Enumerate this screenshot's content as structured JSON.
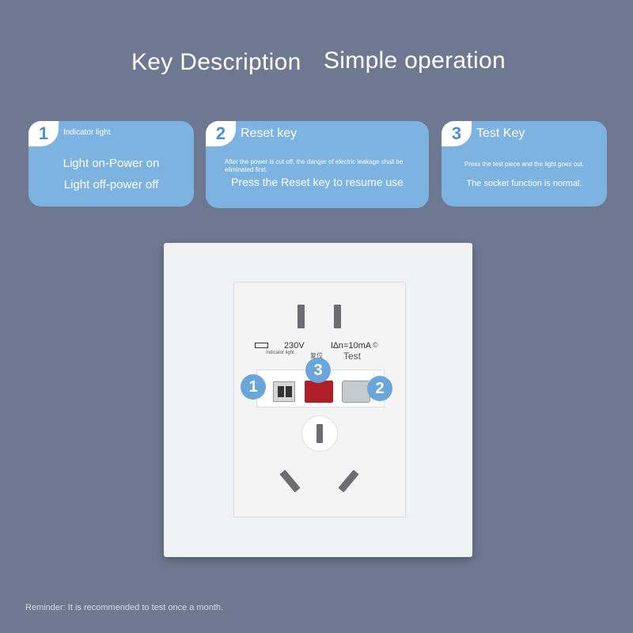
{
  "header": {
    "title_left": "Key Description",
    "title_right": "Simple operation"
  },
  "cards": [
    {
      "number": "1",
      "heading": "Indicator light",
      "line1": "Light on-Power on",
      "line2": "Light off-power off"
    },
    {
      "number": "2",
      "heading": "Reset key",
      "line1": "After the power is cut off, the danger of electric leakage shall be eliminated first.",
      "line2": "Press the Reset key to resume use"
    },
    {
      "number": "3",
      "heading": "Test Key",
      "line1": "Press the test piece and the light goes out.",
      "line2": "The socket function is normal."
    }
  ],
  "socket": {
    "voltage": "230V",
    "current": "I∆n=10mA",
    "indicator_label": "Indicator light",
    "test_label": "Test",
    "reset_label": "复位",
    "ce_mark": "©"
  },
  "callouts": {
    "one": "1",
    "two": "2",
    "three": "3"
  },
  "footer": {
    "reminder": "Reminder: It is recommended to test once a month."
  },
  "colors": {
    "background": "#6e7891",
    "card": "#7db3e1",
    "test_button": "#b01e2a"
  }
}
